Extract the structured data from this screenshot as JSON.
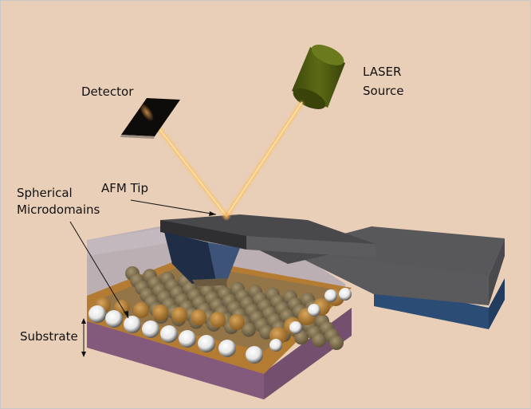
{
  "labels": {
    "detector": "Detector",
    "laser_line1": "LASER",
    "laser_line2": "Source",
    "afm_tip": "AFM Tip",
    "spherical_line1": "Spherical",
    "spherical_line2": "Microdomains",
    "substrate": "Substrate"
  },
  "colors": {
    "background": "#e9cfb8",
    "laser_beam": "#f5b030",
    "laser_body": "#4f5a12",
    "cantilever": "#4f4e50",
    "cantilever_base_blue": "#284a72",
    "tip": "#2a3a55",
    "film": "#b07a30",
    "substrate": "#845a7c",
    "sphere_white": "#f2f2f2",
    "sphere_brown": "#8c7b5c"
  }
}
